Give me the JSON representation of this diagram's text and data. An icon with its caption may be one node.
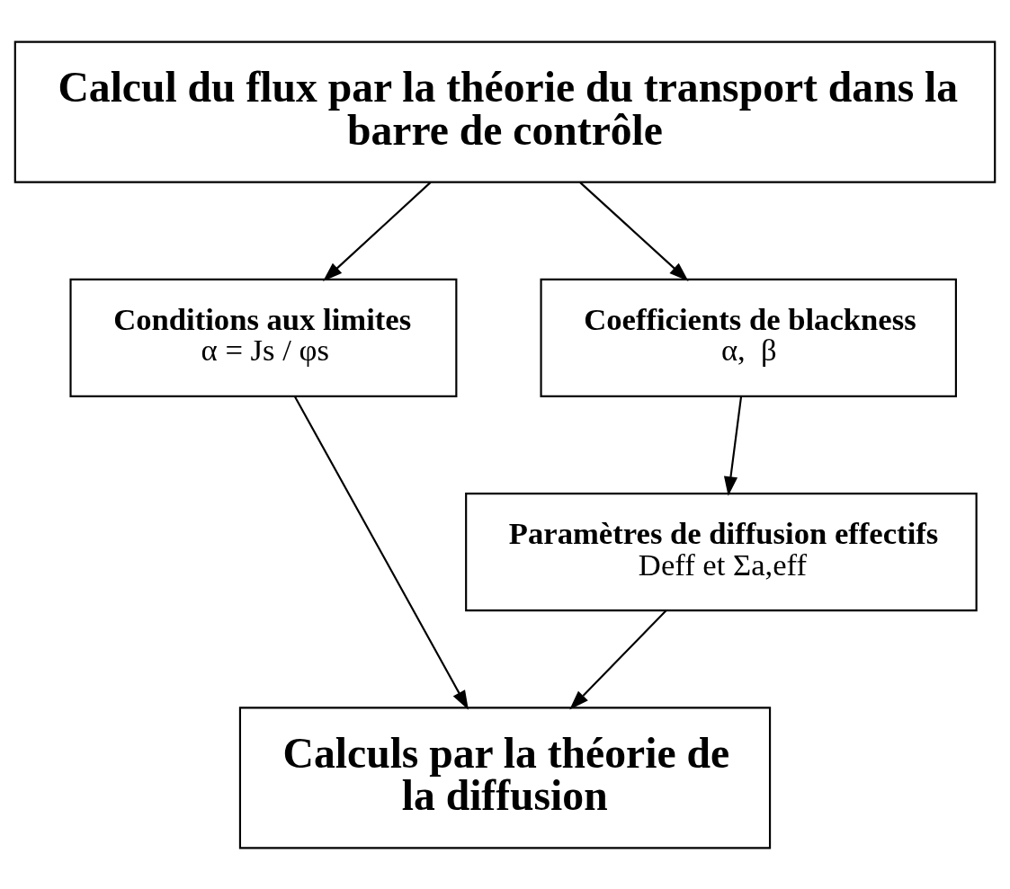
{
  "diagram": {
    "nodes": [
      {
        "text": [
          "Calcul du flux par la théorie du transport dans la barre de contrôle"
        ]
      },
      {
        "text": [
          "Conditions aux limites",
          "α = Js / φs"
        ]
      },
      {
        "text": [
          "Coefficients de blackness",
          "α,  β"
        ]
      },
      {
        "text": [
          "Paramètres de diffusion effectifs",
          "Deff et Σa,eff"
        ]
      },
      {
        "text": [
          "Calculs par la théorie de la diffusion"
        ]
      }
    ],
    "edges": [
      {
        "from": 0,
        "to": 1,
        "arrow": "to"
      },
      {
        "from": 0,
        "to": 2,
        "arrow": "to"
      },
      {
        "from": 2,
        "to": 3,
        "arrow": "to"
      },
      {
        "from": 1,
        "to": 4,
        "arrow": "to"
      },
      {
        "from": 3,
        "to": 4,
        "arrow": "to"
      }
    ]
  }
}
